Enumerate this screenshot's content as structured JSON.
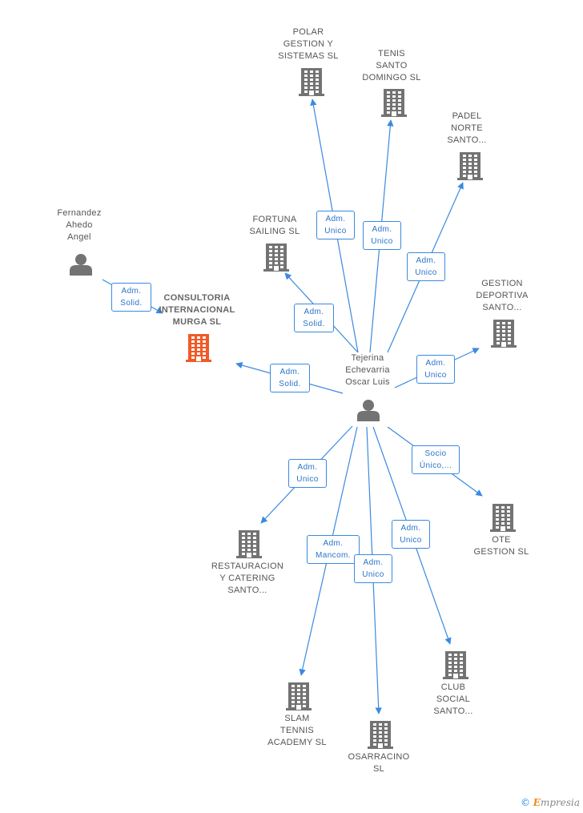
{
  "colors": {
    "edge": "#3a8ae0",
    "building": "#737373",
    "building_main": "#f05a28",
    "person": "#737373",
    "label": "#555555",
    "relation_text": "#2a73c8"
  },
  "nodes": [
    {
      "id": "tejerina",
      "type": "person",
      "label": "Tejerina\nEchevarria\nOscar Luis"
    },
    {
      "id": "fernandez",
      "type": "person",
      "label": "Fernandez\nAhedo\nAngel"
    },
    {
      "id": "consultoria",
      "type": "company",
      "main": true,
      "label": "CONSULTORIA\nINTERNACIONAL\nMURGA SL"
    },
    {
      "id": "polar",
      "type": "company",
      "label": "POLAR\nGESTION Y\nSISTEMAS SL"
    },
    {
      "id": "tenis",
      "type": "company",
      "label": "TENIS\nSANTO\nDOMINGO SL"
    },
    {
      "id": "padel",
      "type": "company",
      "label": "PADEL\nNORTE\nSANTO..."
    },
    {
      "id": "fortuna",
      "type": "company",
      "label": "FORTUNA\nSAILING SL"
    },
    {
      "id": "gestion",
      "type": "company",
      "label": "GESTION\nDEPORTIVA\nSANTO..."
    },
    {
      "id": "ote",
      "type": "company",
      "label": "OTE\nGESTION SL"
    },
    {
      "id": "restauracion",
      "type": "company",
      "label": "RESTAURACION\nY CATERING\nSANTO..."
    },
    {
      "id": "slam",
      "type": "company",
      "label": "SLAM\nTENNIS\nACADEMY SL"
    },
    {
      "id": "osarracino",
      "type": "company",
      "label": "OSARRACINO\nSL"
    },
    {
      "id": "club",
      "type": "company",
      "label": "CLUB\nSOCIAL\nSANTO..."
    }
  ],
  "edges": [
    {
      "from": "fernandez",
      "to": "consultoria",
      "label": "Adm.\nSolid."
    },
    {
      "from": "tejerina",
      "to": "consultoria",
      "label": "Adm.\nSolid."
    },
    {
      "from": "tejerina",
      "to": "fortuna",
      "label": "Adm.\nSolid."
    },
    {
      "from": "tejerina",
      "to": "polar",
      "label": "Adm.\nUnico"
    },
    {
      "from": "tejerina",
      "to": "tenis",
      "label": "Adm.\nUnico"
    },
    {
      "from": "tejerina",
      "to": "padel",
      "label": "Adm.\nUnico"
    },
    {
      "from": "tejerina",
      "to": "gestion",
      "label": "Adm.\nUnico"
    },
    {
      "from": "tejerina",
      "to": "ote",
      "label": "Socio\nÚnico,..."
    },
    {
      "from": "tejerina",
      "to": "restauracion",
      "label": "Adm.\nUnico"
    },
    {
      "from": "tejerina",
      "to": "slam",
      "label": "Adm.\nMancom."
    },
    {
      "from": "tejerina",
      "to": "osarracino",
      "label": "Adm.\nUnico"
    },
    {
      "from": "tejerina",
      "to": "club",
      "label": "Adm.\nUnico"
    }
  ],
  "brand": {
    "copyright": "©",
    "initial": "E",
    "rest": "mpresia"
  }
}
